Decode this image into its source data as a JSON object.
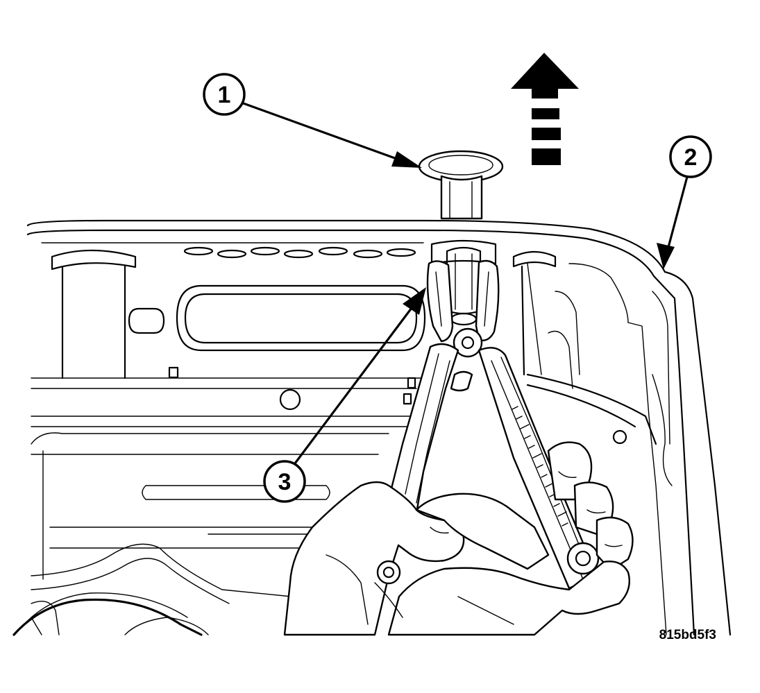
{
  "callouts": [
    {
      "label": "1"
    },
    {
      "label": "2"
    },
    {
      "label": "3"
    }
  ],
  "figure_code": "815bd5f3",
  "direction_arrow": {
    "icon": "up-arrow-icon",
    "direction": "up"
  }
}
